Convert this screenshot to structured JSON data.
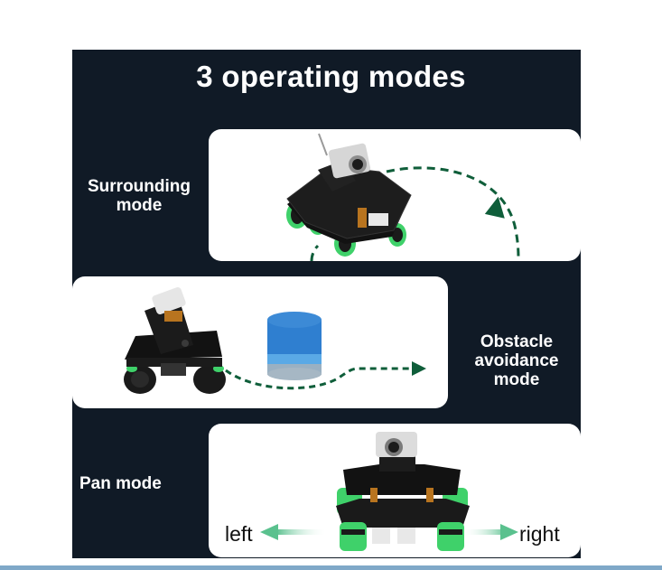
{
  "title": "3 operating modes",
  "modes": [
    {
      "label": "Surrounding mode"
    },
    {
      "label": "Obstacle avoidance mode"
    },
    {
      "label": "Pan mode"
    }
  ],
  "pan": {
    "left": "left",
    "right": "right"
  },
  "colors": {
    "background": "#101a26",
    "card": "#ffffff",
    "arrow_dark": "#0f5e3a",
    "arrow_light": "#5ac18e",
    "wheel_green": "#3fd16a",
    "robot_black": "#121212",
    "sponge_blue": "#2f7fd0"
  },
  "icons": [
    "robot-car",
    "camera",
    "foam-cylinder",
    "dashed-arrow"
  ]
}
